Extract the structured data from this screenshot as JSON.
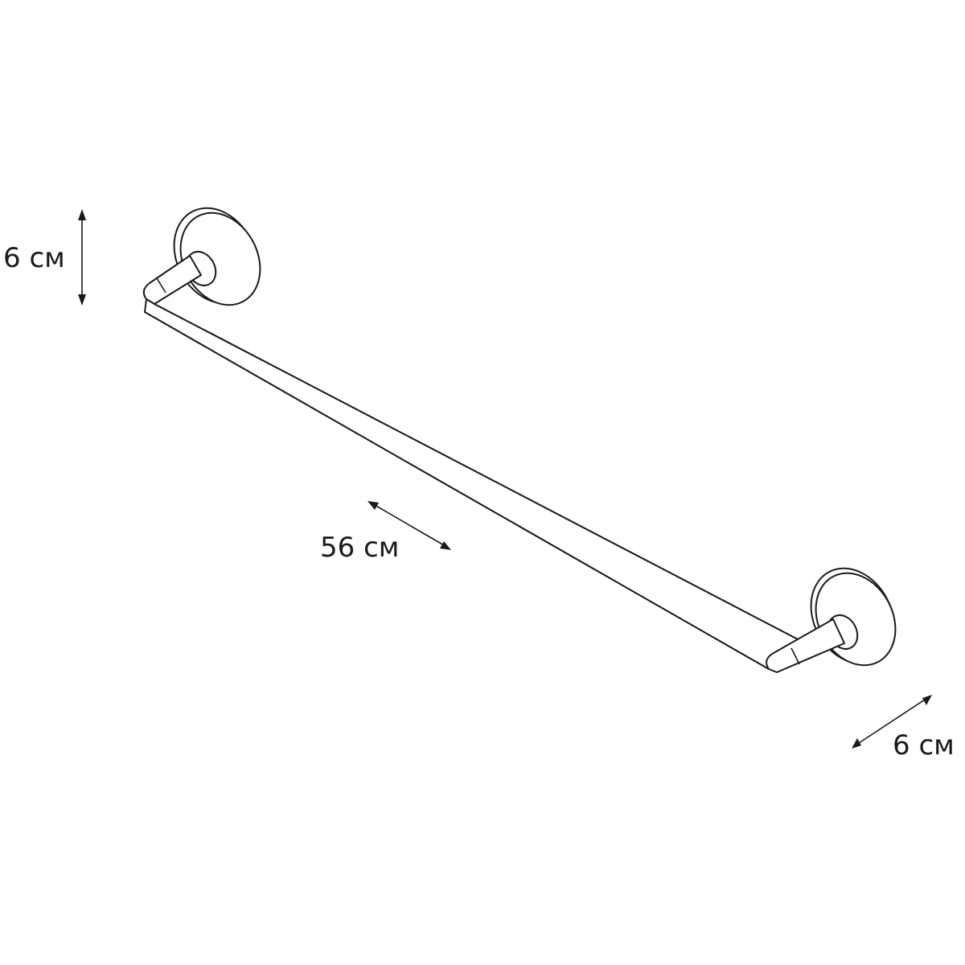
{
  "dimensions": {
    "height": {
      "label": "6 см"
    },
    "length": {
      "label": "56 см"
    },
    "depth": {
      "label": "6 см"
    }
  },
  "colors": {
    "line": "#1a1a1a",
    "background": "#ffffff"
  }
}
